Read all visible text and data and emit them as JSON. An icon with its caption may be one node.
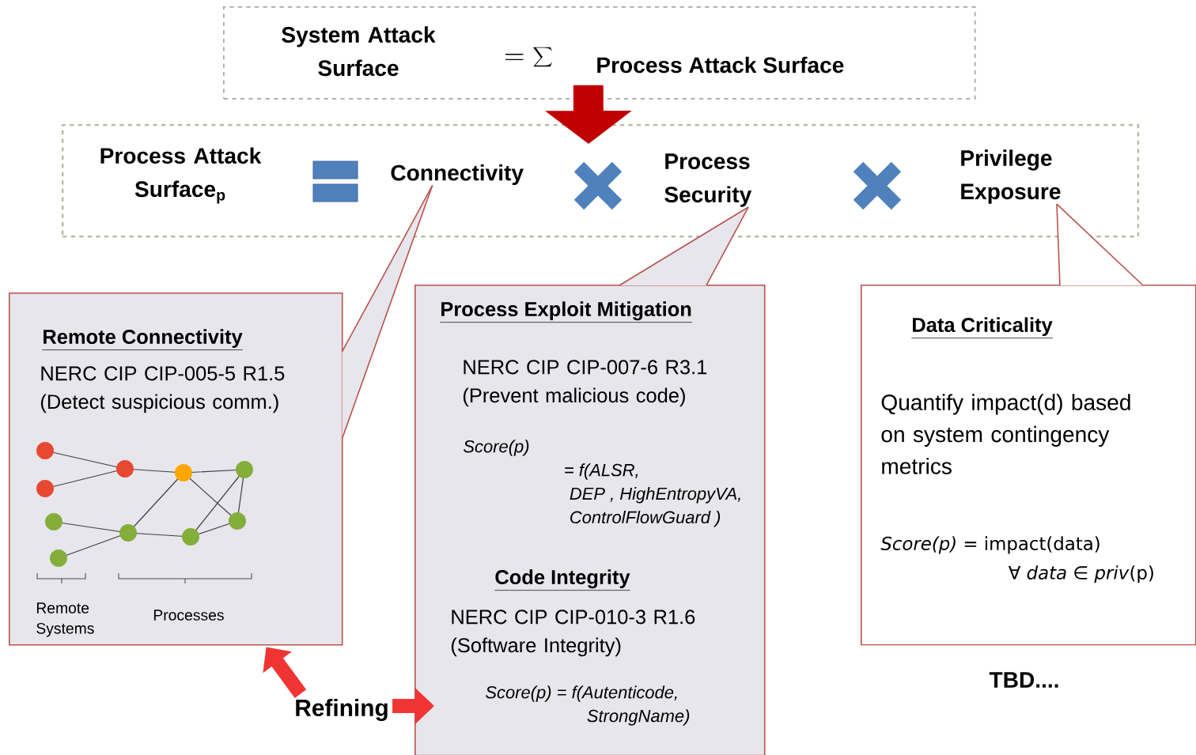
{
  "diagram": {
    "nodes": [
      {
        "text": [
          "System Attack Surface",
          "=\\sum",
          "Process Attack Surface"
        ]
      },
      {
        "text": [],
        "shape": "box"
      },
      {
        "text": [
          "Process Attack Surface$_{p}$"
        ],
        "in": 1
      },
      {
        "text": [
          "Connectivity"
        ],
        "in": 1
      },
      {
        "text": [
          "Process Security"
        ],
        "in": 1
      },
      {
        "text": [
          "Privilege Exposure"
        ],
        "in": 1
      },
      {
        "text": [
          "Remote Connectivity",
          "NERC CIP CIP-005-5 R1.5 (Detect suspicious comm.)"
        ]
      },
      {
        "text": [
          "Process Exploit Mitigation",
          "NERC CIP CIP-007-6 R3.1 (Prevent malicious code)",
          "Score(p) = f(ALSR, DEP , HighEntropyVA, ControlFlowGuard )",
          "Code Integrity",
          "NERC CIP CIP-010-3 R1.6 (Software Integrity)",
          "Score(p) = f(Autenticode, StrongName)"
        ]
      },
      {
        "text": [
          "Data Criticality",
          "Quantify impact(d) based on system contingency metrics",
          "*Score(p)*  = impact(data) ∀ *data* ∈ *priv*(p)"
        ],
        "beside": [
          "TBD...."
        ]
      },
      {
        "text": [
          "Refining"
        ]
      }
    ],
    "edges": [
      {
        "from": 0,
        "to": 1,
        "arrow": "to",
        "style": "thick",
        "color": "#c00000"
      },
      {
        "from": 6,
        "to": 3,
        "arrow": "none",
        "color": "#b9514d"
      },
      {
        "from": 7,
        "to": 4,
        "arrow": "none",
        "color": "#b9514d"
      },
      {
        "from": 8,
        "to": 5,
        "arrow": "none",
        "color": "#b9514d"
      },
      {
        "from": 9,
        "to": 6,
        "arrow": "to",
        "style": "thick",
        "color": "#f03434"
      },
      {
        "from": 9,
        "to": 7,
        "arrow": "to",
        "style": "thick",
        "color": "#f03434"
      }
    ],
    "labels": [
      "Remote Systems",
      "Processes"
    ]
  }
}
